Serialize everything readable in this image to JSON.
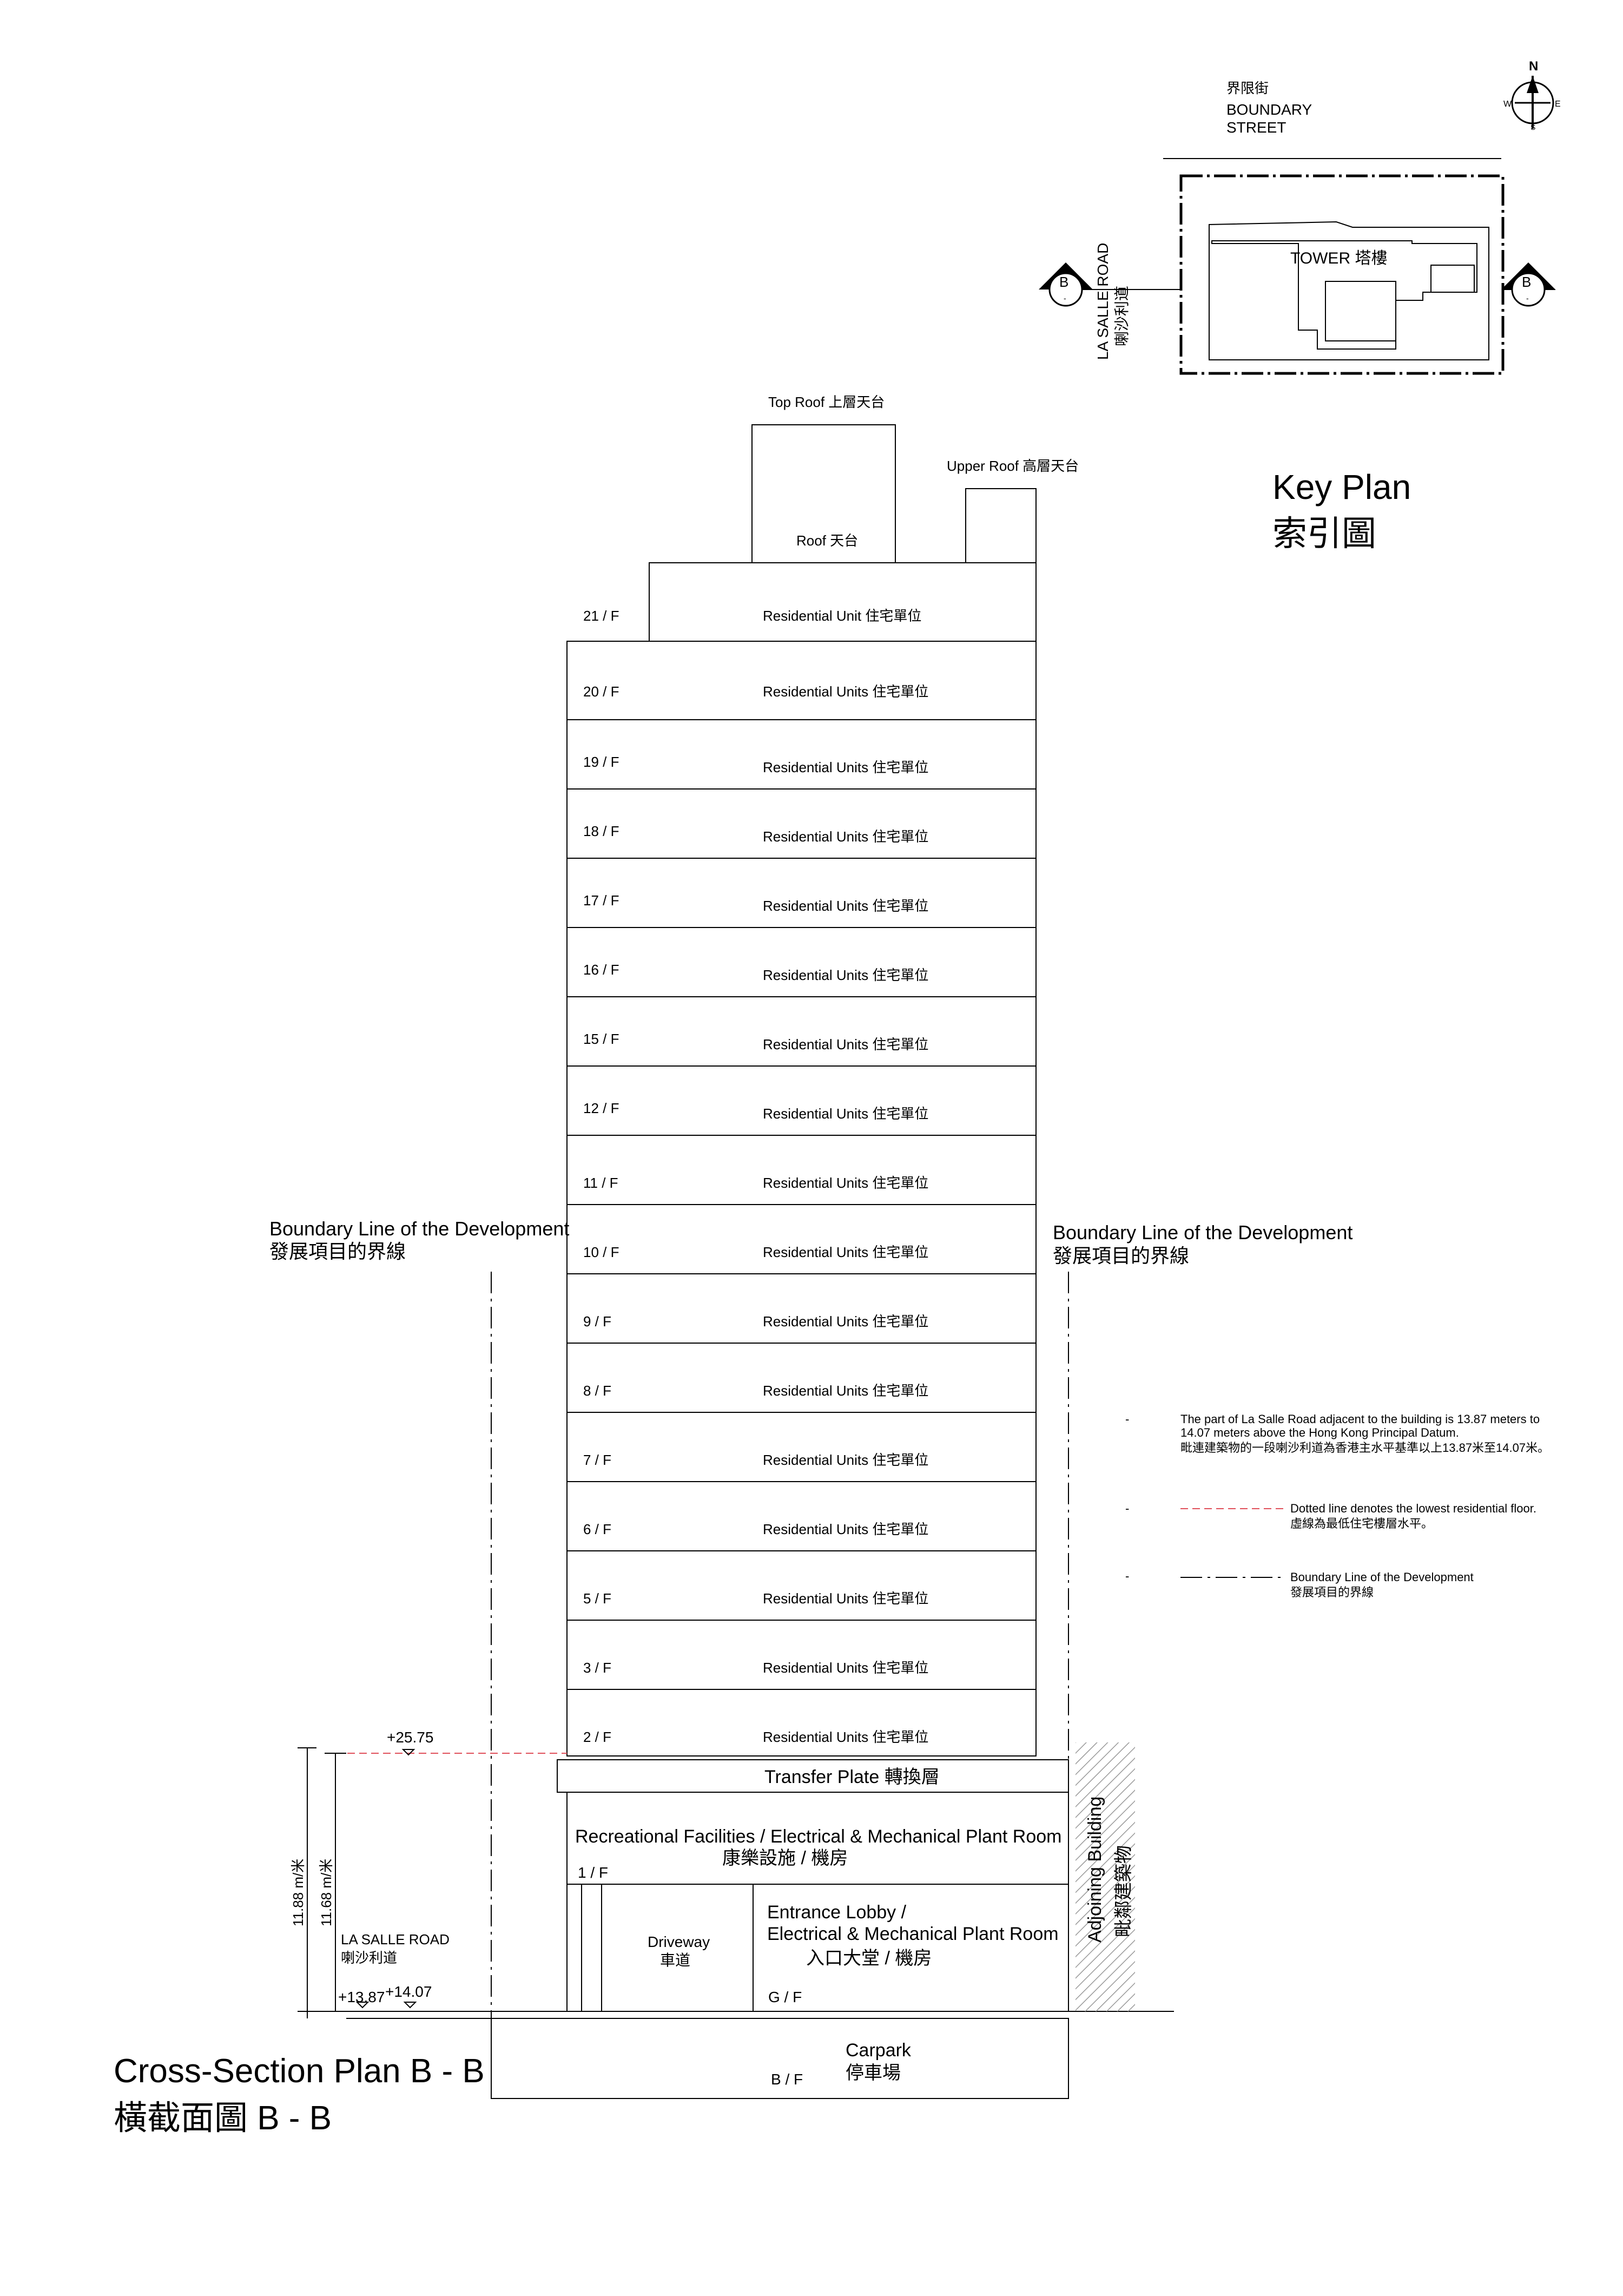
{
  "key_plan": {
    "title_en": "Key Plan",
    "title_zh": "索引圖",
    "street_zh": "界限街",
    "street_en_1": "BOUNDARY",
    "street_en_2": "STREET",
    "tower_label": "TOWER 塔樓",
    "road_en": "LA SALLE ROAD",
    "road_zh": "喇沙利道",
    "section_marker": "B",
    "compass": {
      "n": "N",
      "s": "S",
      "e": "E",
      "w": "W"
    }
  },
  "roofs": {
    "top_roof": "Top Roof 上層天台",
    "upper_roof": "Upper Roof 高層天台",
    "roof": "Roof 天台"
  },
  "floors": [
    {
      "level": "21 / F",
      "use": "Residential Unit 住宅單位"
    },
    {
      "level": "20 / F",
      "use": "Residential Units 住宅單位"
    },
    {
      "level": "19 / F",
      "use": "Residential Units 住宅單位"
    },
    {
      "level": "18 / F",
      "use": "Residential Units 住宅單位"
    },
    {
      "level": "17 / F",
      "use": "Residential Units 住宅單位"
    },
    {
      "level": "16 / F",
      "use": "Residential Units 住宅單位"
    },
    {
      "level": "15 / F",
      "use": "Residential Units 住宅單位"
    },
    {
      "level": "12 / F",
      "use": "Residential Units 住宅單位"
    },
    {
      "level": "11 / F",
      "use": "Residential Units 住宅單位"
    },
    {
      "level": "10 / F",
      "use": "Residential Units 住宅單位"
    },
    {
      "level": "9 / F",
      "use": "Residential Units 住宅單位"
    },
    {
      "level": "8 / F",
      "use": "Residential Units 住宅單位"
    },
    {
      "level": "7 / F",
      "use": "Residential Units 住宅單位"
    },
    {
      "level": "6 / F",
      "use": "Residential Units 住宅單位"
    },
    {
      "level": "5 / F",
      "use": "Residential Units 住宅單位"
    },
    {
      "level": "3 / F",
      "use": "Residential Units 住宅單位"
    },
    {
      "level": "2 / F",
      "use": "Residential Units 住宅單位"
    }
  ],
  "podium": {
    "transfer_plate": "Transfer Plate 轉換層",
    "rec_en": "Recreational Facilities  / Electrical & Mechanical Plant Room",
    "rec_zh": "康樂設施 / 機房",
    "first_floor": "1 / F",
    "driveway_en": "Driveway",
    "driveway_zh": "車道",
    "lobby_en_1": "Entrance Lobby /",
    "lobby_en_2": "Electrical & Mechanical Plant Room",
    "lobby_zh": "入口大堂 / 機房",
    "ground_floor": "G / F",
    "carpark_en": "Carpark",
    "carpark_zh": "停車場",
    "basement": "B / F",
    "adjoining_en": "Adjoining Building",
    "adjoining_zh": "毗鄰建築物"
  },
  "boundary": {
    "en": "Boundary Line of the Development",
    "zh": "發展項目的界線"
  },
  "levels": {
    "lowest_residential": "+25.75",
    "road_low": "+13.87",
    "road_high": "+14.07",
    "dim_outer": "11.88 m/米",
    "dim_inner": "11.68 m/米",
    "road_en": "LA SALLE ROAD",
    "road_zh": "喇沙利道"
  },
  "notes": [
    {
      "dash": "-",
      "en_1": "The part of La Salle Road adjacent to the building is 13.87 meters to",
      "en_2": "14.07 meters above the Hong Kong Principal Datum.",
      "zh": "毗連建築物的一段喇沙利道為香港主水平基準以上13.87米至14.07米。"
    },
    {
      "dash": "-",
      "en_1": "Dotted line denotes the lowest residential floor.",
      "zh": "虛線為最低住宅樓層水平。"
    },
    {
      "dash": "-",
      "en_1": "Boundary Line of the Development",
      "zh": "發展項目的界線"
    }
  ],
  "title": {
    "en": "Cross-Section Plan B - B",
    "zh": "橫截面圖 B - B"
  }
}
